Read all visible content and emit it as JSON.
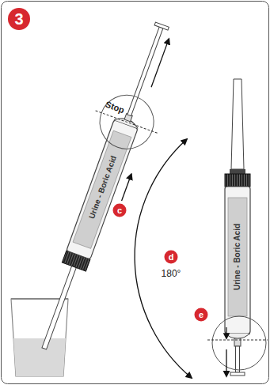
{
  "diagram": {
    "labels": [
      "3",
      "Stop",
      "Urine - Boric Acid",
      "c",
      "d",
      "180°",
      "Urine - Boric Acid",
      "e"
    ]
  }
}
